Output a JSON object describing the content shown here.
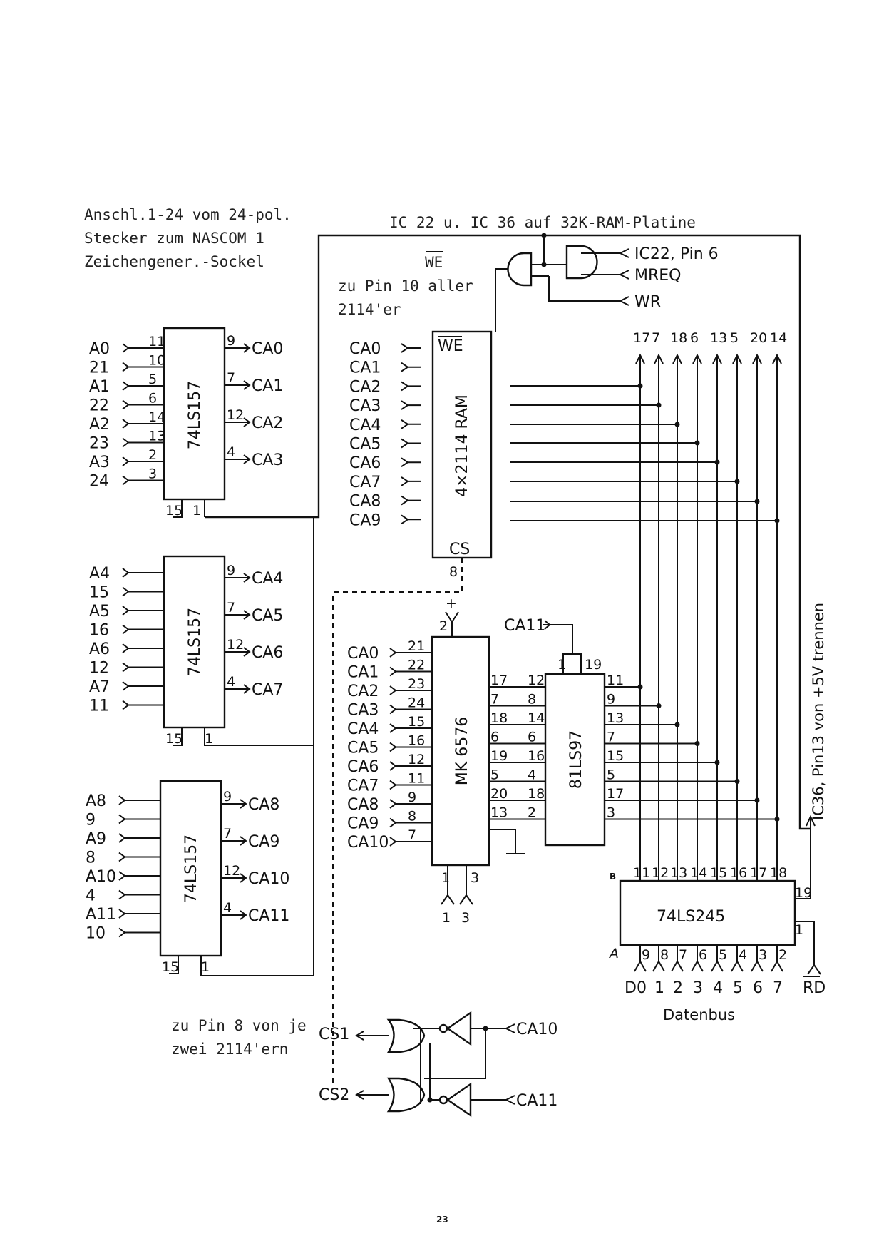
{
  "notes": {
    "connector": [
      "Anschl.1-24 vom 24-pol.",
      "Stecker zum NASCOM 1",
      "Zeichengener.-Sockel"
    ],
    "ram_board": "IC 22 u. IC 36 auf 32K-RAM-Platine",
    "we_title": "WE",
    "we_desc": [
      "zu Pin 10 aller",
      "2114'er"
    ],
    "cs_note": [
      "zu Pin 8 von je",
      "zwei 2114'ern"
    ],
    "ic36_note": "IC36, Pin13 von +5V trennen",
    "page_number": "23"
  },
  "chips": {
    "mux1": "74LS157",
    "mux2": "74LS157",
    "mux3": "74LS157",
    "ram": "4×2114 RAM",
    "rom": "MK 6576",
    "sel": "81LS97",
    "buf": "74LS245"
  },
  "mux1": {
    "inputs": [
      "A0",
      "21",
      "A1",
      "22",
      "A2",
      "23",
      "A3",
      "24"
    ],
    "in_pins": [
      "11",
      "10",
      "5",
      "6",
      "14",
      "13",
      "2",
      "3"
    ],
    "out_pins": [
      "9",
      "7",
      "12",
      "4"
    ],
    "outputs": [
      "CA0",
      "CA1",
      "CA2",
      "CA3"
    ],
    "bottom_pins": [
      "15",
      "1"
    ]
  },
  "mux2": {
    "inputs": [
      "A4",
      "15",
      "A5",
      "16",
      "A6",
      "12",
      "A7",
      "11"
    ],
    "out_pins": [
      "9",
      "7",
      "12",
      "4"
    ],
    "outputs": [
      "CA4",
      "CA5",
      "CA6",
      "CA7"
    ],
    "bottom_pins": [
      "15",
      "1"
    ]
  },
  "mux3": {
    "inputs": [
      "A8",
      "9",
      "A9",
      "8",
      "A10",
      "4",
      "A11",
      "10"
    ],
    "out_pins": [
      "9",
      "7",
      "12",
      "4"
    ],
    "outputs": [
      "CA8",
      "CA9",
      "CA10",
      "CA11"
    ],
    "bottom_pins": [
      "15",
      "1"
    ]
  },
  "ram": {
    "inputs": [
      "CA0",
      "CA1",
      "CA2",
      "CA3",
      "CA4",
      "CA5",
      "CA6",
      "CA7",
      "CA8",
      "CA9"
    ],
    "we_pin": "WE",
    "cs_pin": "CS",
    "cs_num": "8"
  },
  "gates_top": {
    "inputs": [
      "IC22, Pin 6",
      "MREQ",
      "WR"
    ]
  },
  "databus_top_pins": [
    "17",
    "7",
    "18",
    "6",
    "13",
    "5",
    "20",
    "14"
  ],
  "rom": {
    "inputs": [
      "CA0",
      "CA1",
      "CA2",
      "CA3",
      "CA4",
      "CA5",
      "CA6",
      "CA7",
      "CA8",
      "CA9",
      "CA10"
    ],
    "in_pins": [
      "21",
      "22",
      "23",
      "24",
      "15",
      "16",
      "12",
      "11",
      "9",
      "8",
      "7"
    ],
    "out_pins": [
      "17",
      "7",
      "18",
      "6",
      "19",
      "5",
      "20",
      "13"
    ],
    "top_pin": "2",
    "plus": "+",
    "bottom_pins": [
      "1",
      "3"
    ],
    "bottom_labels": [
      "1",
      "3"
    ]
  },
  "sel": {
    "top_signal": "CA11",
    "top_pins": [
      "1",
      "19"
    ],
    "left_pins": [
      "12",
      "8",
      "14",
      "6",
      "16",
      "4",
      "18",
      "2"
    ],
    "right_pins": [
      "11",
      "9",
      "13",
      "7",
      "15",
      "5",
      "17",
      "3"
    ]
  },
  "buf": {
    "b_label": "B",
    "a_label": "A",
    "b_pins": [
      "11",
      "12",
      "13",
      "14",
      "15",
      "16",
      "17",
      "18"
    ],
    "a_pins": [
      "9",
      "8",
      "7",
      "6",
      "5",
      "4",
      "3",
      "2"
    ],
    "pin19": "19",
    "pin1": "1"
  },
  "databus": {
    "labels": [
      "D0",
      "1",
      "2",
      "3",
      "4",
      "5",
      "6",
      "7"
    ],
    "rd": "RD",
    "title": "Datenbus"
  },
  "cs_logic": {
    "cs1": "CS1",
    "cs2": "CS2",
    "ca10": "CA10",
    "ca11": "CA11"
  }
}
